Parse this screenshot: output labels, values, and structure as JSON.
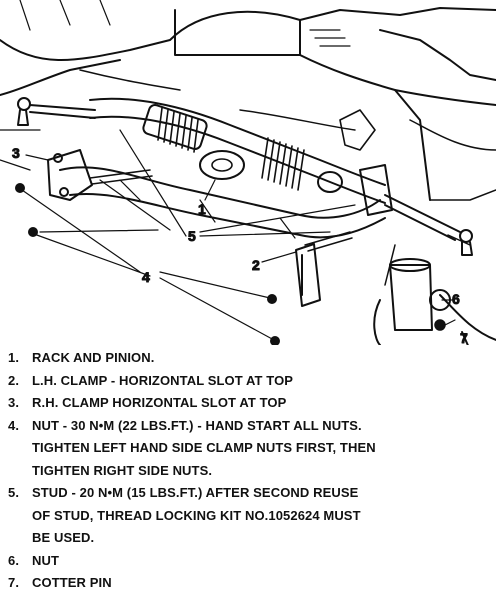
{
  "callouts": [
    "1",
    "2",
    "3",
    "4",
    "5",
    "6",
    "7"
  ],
  "legend": [
    {
      "number": "1.",
      "lines": [
        "RACK AND PINION."
      ]
    },
    {
      "number": "2.",
      "lines": [
        "L.H. CLAMP - HORIZONTAL SLOT AT TOP"
      ]
    },
    {
      "number": "3.",
      "lines": [
        "R.H. CLAMP HORIZONTAL SLOT AT TOP"
      ]
    },
    {
      "number": "4.",
      "lines": [
        "NUT - 30 N•m (22 LBS.FT.) - HAND START ALL NUTS.",
        "TIGHTEN LEFT HAND SIDE CLAMP NUTS FIRST, THEN",
        "TIGHTEN RIGHT SIDE NUTS."
      ]
    },
    {
      "number": "5.",
      "lines": [
        "STUD - 20 N•m (15 LBS.FT.) AFTER SECOND REUSE",
        "OF STUD, THREAD LOCKING KIT NO.1052624 MUST",
        "BE USED."
      ]
    },
    {
      "number": "6.",
      "lines": [
        "NUT"
      ]
    },
    {
      "number": "7.",
      "lines": [
        "COTTER PIN"
      ]
    }
  ]
}
